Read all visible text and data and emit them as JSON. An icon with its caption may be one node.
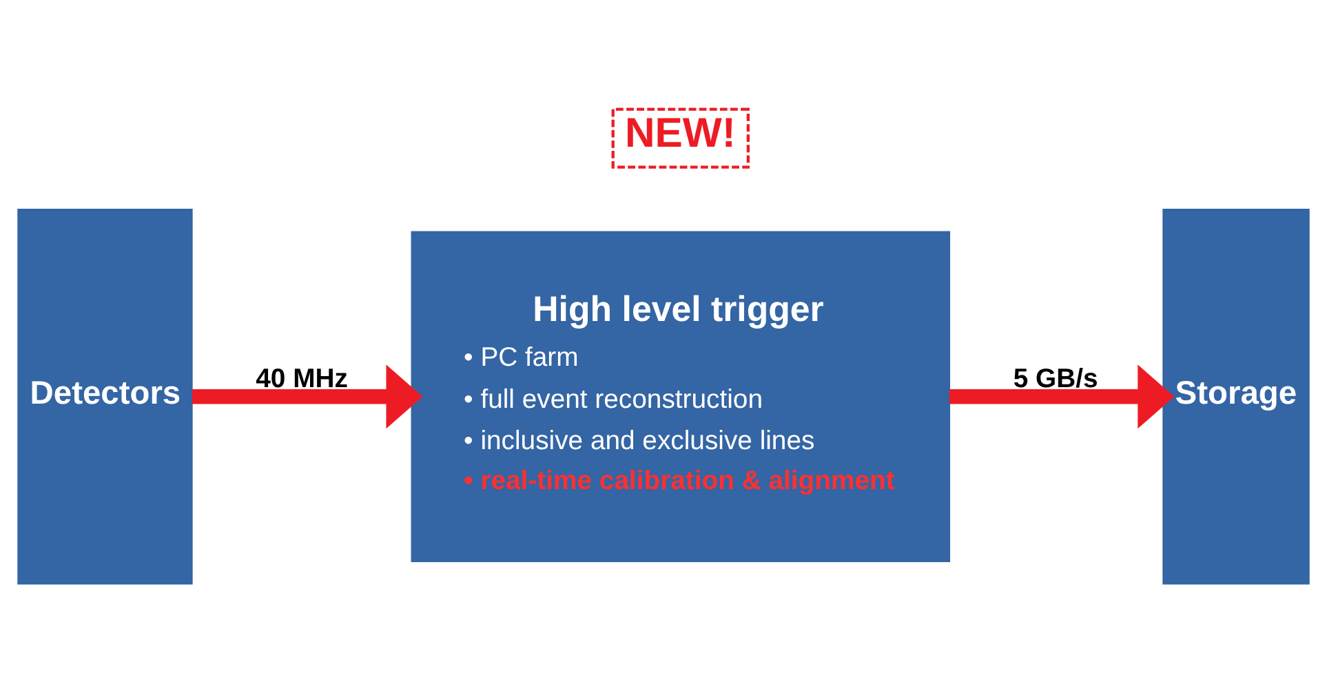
{
  "diagram": {
    "nodes": [
      {
        "text": [
          "Detectors"
        ]
      },
      {
        "text": [
          "High level trigger",
          "• PC farm",
          "• full event reconstruction",
          "• inclusive and exclusive lines",
          "• real-time calibration & alignment"
        ]
      },
      {
        "text": [
          "Storage"
        ]
      },
      {
        "text": [
          "NEW!"
        ]
      }
    ],
    "edges": [
      {
        "from": 0,
        "to": 1,
        "arrow": "to",
        "label": "40 MHz"
      },
      {
        "from": 1,
        "to": 2,
        "arrow": "to",
        "label": "5 GB/s"
      }
    ]
  }
}
